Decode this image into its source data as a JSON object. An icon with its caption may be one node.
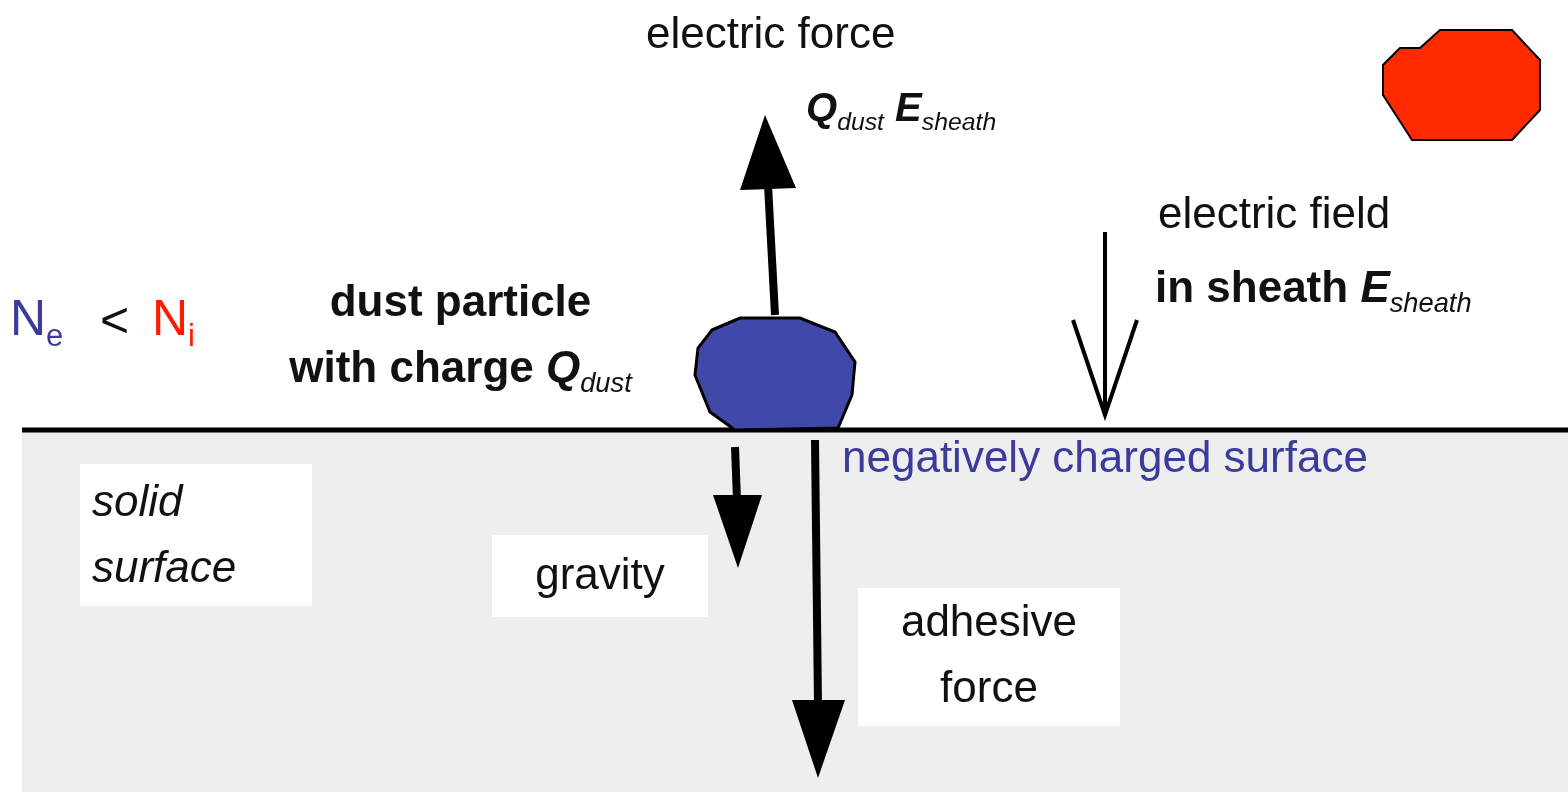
{
  "diagram": {
    "nodes": [
      {
        "text": [
          "solid surface"
        ]
      },
      {
        "text": [
          "gravity"
        ]
      },
      {
        "text": [
          "adhesive force"
        ]
      }
    ],
    "labels": [
      "electric force",
      "Q$_{dust}$ E$_{sheath}$",
      "electric field",
      "in sheath *E*$_{sheath}$",
      "N$_{e}$",
      "<",
      "N$_{i}$",
      "dust particle with charge *Q*$_{dust}$",
      "negatively charged surface"
    ]
  }
}
